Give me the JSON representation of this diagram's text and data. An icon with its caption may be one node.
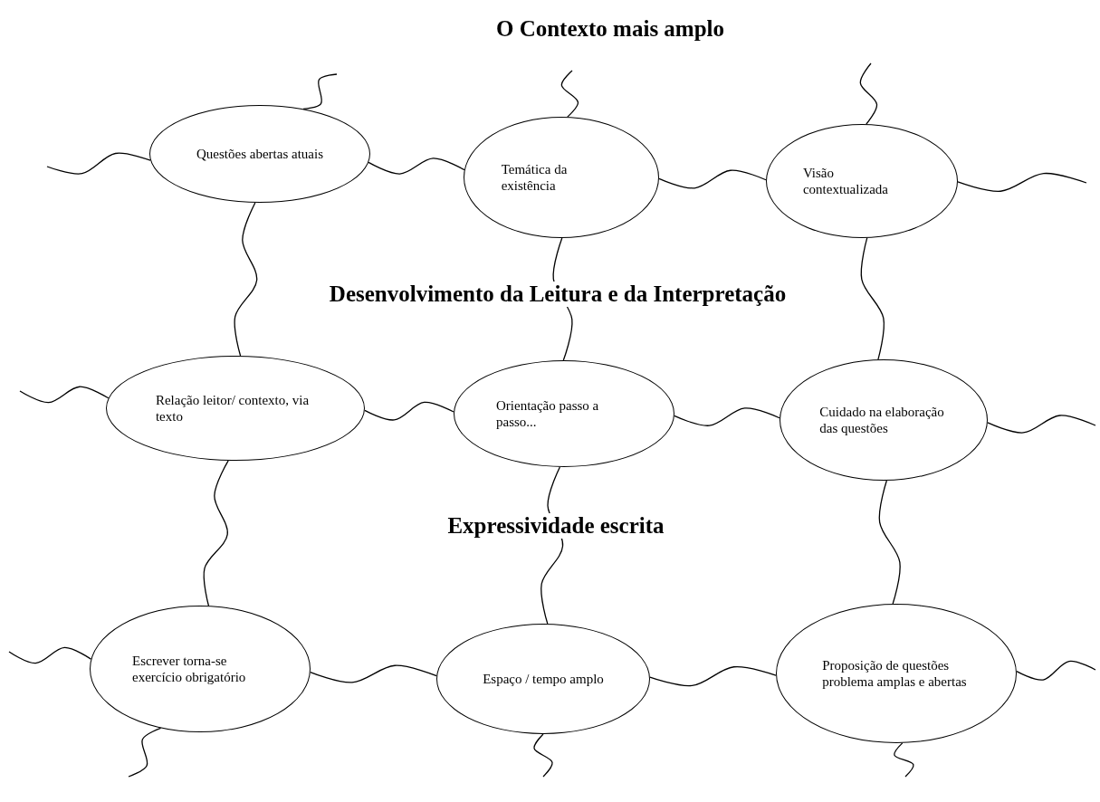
{
  "diagram": {
    "title": "O Contexto mais amplo",
    "nodes": [
      {
        "text": [
          "Questões abertas atuais"
        ]
      },
      {
        "text": [
          "Temática da existência"
        ]
      },
      {
        "text": [
          "Visão contextualizada"
        ]
      },
      {
        "text": [
          "Relação leitor/ contexto, via texto"
        ]
      },
      {
        "text": [
          "Orientação passo a passo..."
        ]
      },
      {
        "text": [
          "Cuidado na elaboração das questões"
        ]
      },
      {
        "text": [
          "Escrever torna-se exercício obrigatório"
        ]
      },
      {
        "text": [
          "Espaço / tempo amplo"
        ]
      },
      {
        "text": [
          "Proposição de questões problema amplas e abertas"
        ]
      }
    ],
    "edges": [
      {
        "from": 0,
        "to": 1,
        "arrow": "none"
      },
      {
        "from": 1,
        "to": 2,
        "arrow": "none"
      },
      {
        "from": 3,
        "to": 4,
        "arrow": "none"
      },
      {
        "from": 4,
        "to": 5,
        "arrow": "none"
      },
      {
        "from": 6,
        "to": 7,
        "arrow": "none"
      },
      {
        "from": 7,
        "to": 8,
        "arrow": "none"
      },
      {
        "from": 0,
        "to": 3,
        "arrow": "none"
      },
      {
        "from": 1,
        "to": 4,
        "arrow": "none"
      },
      {
        "from": 2,
        "to": 5,
        "arrow": "none"
      },
      {
        "from": 3,
        "to": 6,
        "arrow": "none"
      },
      {
        "from": 4,
        "to": 7,
        "arrow": "none"
      },
      {
        "from": 5,
        "to": 8,
        "arrow": "none"
      },
      {
        "from": 0,
        "to": null,
        "arrow": "none"
      },
      {
        "from": 0,
        "to": null,
        "arrow": "none"
      },
      {
        "from": 1,
        "to": null,
        "arrow": "none"
      },
      {
        "from": 2,
        "to": null,
        "arrow": "none"
      },
      {
        "from": 2,
        "to": null,
        "arrow": "none"
      },
      {
        "from": 3,
        "to": null,
        "arrow": "none"
      },
      {
        "from": 5,
        "to": null,
        "arrow": "none"
      },
      {
        "from": 6,
        "to": null,
        "arrow": "none"
      },
      {
        "from": 6,
        "to": null,
        "arrow": "none"
      },
      {
        "from": 7,
        "to": null,
        "arrow": "none"
      },
      {
        "from": 8,
        "to": null,
        "arrow": "none"
      },
      {
        "from": 8,
        "to": null,
        "arrow": "none"
      }
    ],
    "labels": [
      "Desenvolvimento da Leitura e da Interpretação",
      "Expressividade escrita"
    ]
  }
}
